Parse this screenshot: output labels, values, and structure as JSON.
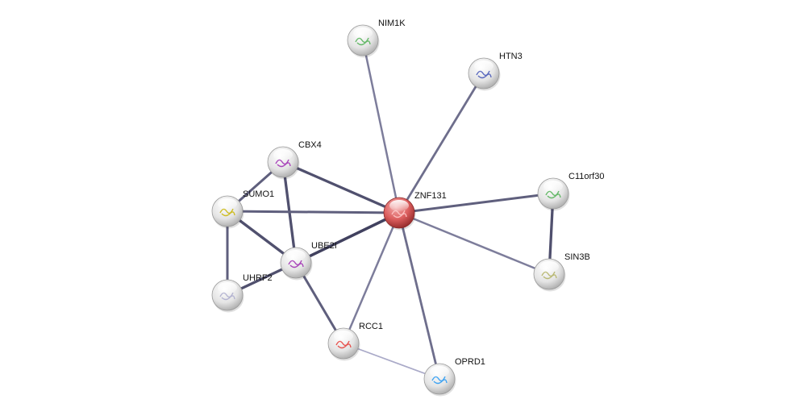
{
  "network": {
    "nodes": [
      {
        "id": "NIM1K",
        "label": "NIM1K",
        "query": false,
        "structure_color": "#4caf50"
      },
      {
        "id": "HTN3",
        "label": "HTN3",
        "query": false,
        "structure_color": "#3f51b5"
      },
      {
        "id": "CBX4",
        "label": "CBX4",
        "query": false,
        "structure_color": "#9c27b0"
      },
      {
        "id": "C11orf30",
        "label": "C11orf30",
        "query": false,
        "structure_color": "#4caf50"
      },
      {
        "id": "SUMO1",
        "label": "SUMO1",
        "query": false,
        "structure_color": "#c8b400"
      },
      {
        "id": "ZNF131",
        "label": "ZNF131",
        "query": true,
        "structure_color": "#ffcccc"
      },
      {
        "id": "UBE2I",
        "label": "UBE2I",
        "query": false,
        "structure_color": "#9c27b0"
      },
      {
        "id": "SIN3B",
        "label": "SIN3B",
        "query": false,
        "structure_color": "#b0b060"
      },
      {
        "id": "UHRF2",
        "label": "UHRF2",
        "query": false,
        "structure_color": "#aaaacc"
      },
      {
        "id": "RCC1",
        "label": "RCC1",
        "query": false,
        "structure_color": "#e53935"
      },
      {
        "id": "OPRD1",
        "label": "OPRD1",
        "query": false,
        "structure_color": "#2196f3"
      }
    ],
    "edges": [
      {
        "source": "NIM1K",
        "target": "ZNF131",
        "score": 0.5
      },
      {
        "source": "HTN3",
        "target": "ZNF131",
        "score": 0.6
      },
      {
        "source": "CBX4",
        "target": "ZNF131",
        "score": 0.8
      },
      {
        "source": "CBX4",
        "target": "SUMO1",
        "score": 0.7
      },
      {
        "source": "CBX4",
        "target": "UBE2I",
        "score": 0.8
      },
      {
        "source": "SUMO1",
        "target": "ZNF131",
        "score": 0.7
      },
      {
        "source": "SUMO1",
        "target": "UBE2I",
        "score": 0.8
      },
      {
        "source": "SUMO1",
        "target": "UHRF2",
        "score": 0.7
      },
      {
        "source": "UHRF2",
        "target": "UBE2I",
        "score": 0.8
      },
      {
        "source": "UBE2I",
        "target": "ZNF131",
        "score": 0.9
      },
      {
        "source": "UBE2I",
        "target": "RCC1",
        "score": 0.7
      },
      {
        "source": "RCC1",
        "target": "ZNF131",
        "score": 0.5
      },
      {
        "source": "RCC1",
        "target": "OPRD1",
        "score": 0.2
      },
      {
        "source": "OPRD1",
        "target": "ZNF131",
        "score": 0.6
      },
      {
        "source": "C11orf30",
        "target": "ZNF131",
        "score": 0.7
      },
      {
        "source": "C11orf30",
        "target": "SIN3B",
        "score": 0.8
      },
      {
        "source": "SIN3B",
        "target": "ZNF131",
        "score": 0.5
      }
    ]
  }
}
